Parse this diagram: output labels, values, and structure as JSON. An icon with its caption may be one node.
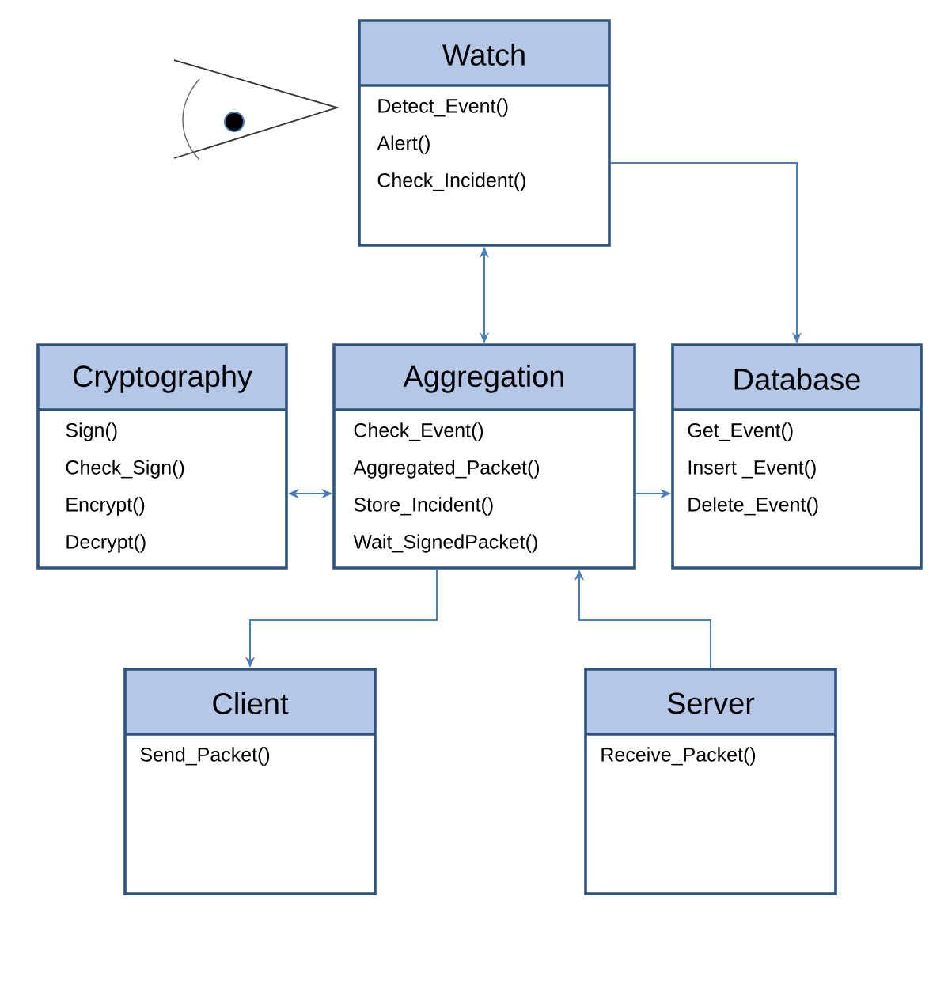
{
  "diagram": {
    "nodes": [
      {
        "text": [
          "Watch",
          "Detect_Event()",
          "Alert()",
          "Check_Incident()"
        ]
      },
      {
        "text": [
          "Cryptography",
          "Sign()",
          "Check_Sign()",
          "Encrypt()",
          "Decrypt()"
        ]
      },
      {
        "text": [
          "Aggregation",
          "Check_Event()",
          "Aggregated_Packet()",
          "Store_Incident()",
          "Wait_SignedPacket()"
        ]
      },
      {
        "text": [
          "Database",
          "Get_Event()",
          "Insert _Event()",
          "Delete_Event()"
        ]
      },
      {
        "text": [
          "Client",
          "Send_Packet()"
        ]
      },
      {
        "text": [
          "Server",
          "Receive_Packet()"
        ]
      }
    ],
    "edges": [
      {
        "from": 0,
        "to": 2,
        "arrow": "both"
      },
      {
        "from": 0,
        "to": 3,
        "arrow": "to"
      },
      {
        "from": 1,
        "to": 2,
        "arrow": "both"
      },
      {
        "from": 2,
        "to": 3,
        "arrow": "to"
      },
      {
        "from": 2,
        "to": 4,
        "arrow": "to"
      },
      {
        "from": 5,
        "to": 2,
        "arrow": "to"
      }
    ]
  }
}
